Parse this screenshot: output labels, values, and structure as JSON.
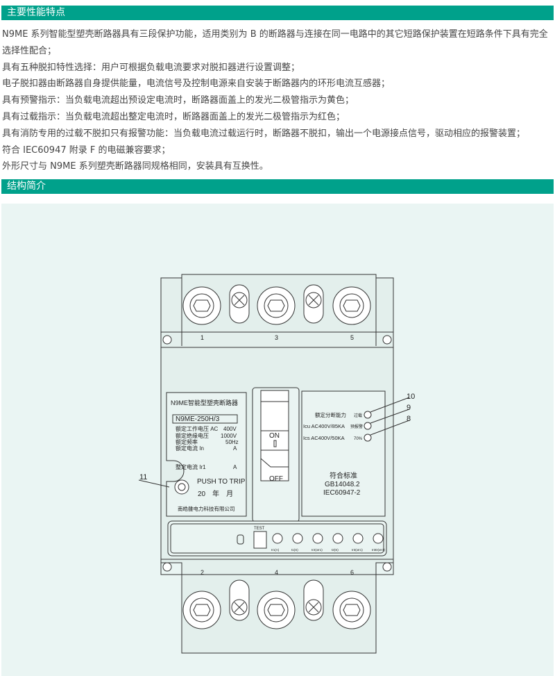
{
  "sections": {
    "features_title": "主要性能特点",
    "structure_title": "结构简介"
  },
  "features": [
    "N9ME 系列智能型塑壳断路器具有三段保护功能，适用类别为 B 的断路器与连接在同一电路中的其它短路保护装置在短路条件下具有完全选择性配合；",
    "具有五种脱扣特性选择：用户可根据负载电流要求对脱扣器进行设置调整；",
    "电子脱扣器由断路器自身提供能量，电流信号及控制电源来自安装于断路器内的环形电流互感器；",
    "具有预警指示：当负载电流超出预设定电流时，断路器面盖上的发光二极管指示为黄色；",
    "具有过载指示：当负载电流超出整定电流时，断路器面盖上的发光二极管指示为红色；",
    "具有消防专用的过载不脱扣只有报警功能：当负载电流过载运行时，断路器不脱扣，输出一个电源接点信号，驱动相应的报警装置；",
    "符合 IEC60947 附录 F 的电磁兼容要求；",
    "外形尺寸与 N9ME 系列塑壳断路器同规格相同，安装具有互换性。"
  ],
  "diagram": {
    "terminals_top": [
      "1",
      "3",
      "5"
    ],
    "terminals_bottom": [
      "2",
      "4",
      "6"
    ],
    "nameplate": {
      "title": "N9ME智能型塑壳断路器",
      "model": "N9ME-250H/3",
      "rows": [
        [
          "额定工作电压 AC",
          "400V"
        ],
        [
          "额定绝缘电压",
          "1000V"
        ],
        [
          "额定频率",
          "50Hz"
        ],
        [
          "额定电流 In",
          "A"
        ]
      ],
      "setting": [
        "整定电流 Ir1",
        "A"
      ],
      "push": "PUSH TO TRIP",
      "date": "20　年　月",
      "company": "南皓雒电力科技有限公司"
    },
    "handle": {
      "on": "ON",
      "off": "OFF"
    },
    "rating": {
      "l1": "额定分断能力",
      "l2": "Icu AC400V/85KA",
      "l3": "Ics AC400V/50KA",
      "led1": "过载",
      "led2": "预报警",
      "led3": "70%",
      "std_title": "符合标准",
      "std1": "GB14048.2",
      "std2": "IEC60947-2"
    },
    "callouts": [
      "10",
      "9",
      "8",
      "11"
    ],
    "test": "TEST",
    "dials": [
      "Ir1(A)",
      "t1(S)",
      "Ir2(xIr1)",
      "t2(S)",
      "Ir3(xIr1)",
      "Ir3D(xIr1)"
    ]
  }
}
